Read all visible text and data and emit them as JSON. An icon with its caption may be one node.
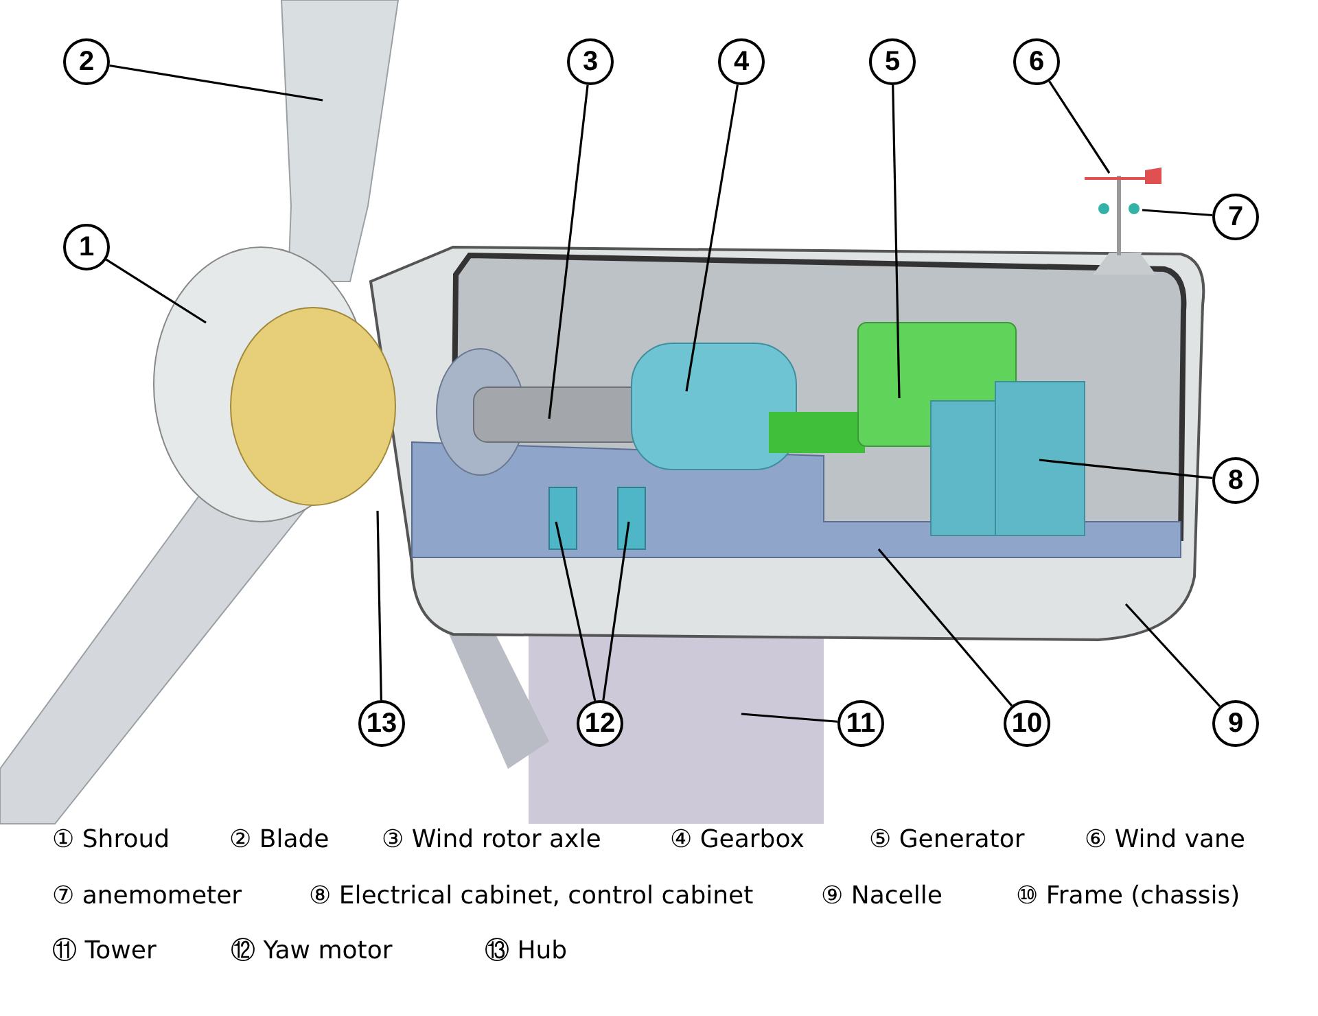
{
  "diagram": {
    "nodes": [
      {
        "text": [
          "1"
        ]
      },
      {
        "text": [
          "2"
        ]
      },
      {
        "text": [
          "3"
        ]
      },
      {
        "text": [
          "4"
        ]
      },
      {
        "text": [
          "5"
        ]
      },
      {
        "text": [
          "6"
        ]
      },
      {
        "text": [
          "7"
        ]
      },
      {
        "text": [
          "8"
        ]
      },
      {
        "text": [
          "9"
        ]
      },
      {
        "text": [
          "10"
        ]
      },
      {
        "text": [
          "11"
        ]
      },
      {
        "text": [
          "12"
        ]
      },
      {
        "text": [
          "13"
        ]
      }
    ],
    "edges": [
      {
        "from": 0,
        "to": null,
        "arrow": "none"
      },
      {
        "from": 1,
        "to": null,
        "arrow": "none"
      },
      {
        "from": 2,
        "to": null,
        "arrow": "none"
      },
      {
        "from": 3,
        "to": null,
        "arrow": "none"
      },
      {
        "from": 4,
        "to": null,
        "arrow": "none"
      },
      {
        "from": 5,
        "to": null,
        "arrow": "none"
      },
      {
        "from": 6,
        "to": null,
        "arrow": "none"
      },
      {
        "from": 7,
        "to": null,
        "arrow": "none"
      },
      {
        "from": 8,
        "to": null,
        "arrow": "none"
      },
      {
        "from": 9,
        "to": null,
        "arrow": "none"
      },
      {
        "from": 10,
        "to": null,
        "arrow": "none"
      },
      {
        "from": 11,
        "to": null,
        "arrow": "none"
      },
      {
        "from": 11,
        "to": null,
        "arrow": "none"
      },
      {
        "from": 12,
        "to": null,
        "arrow": "none"
      }
    ],
    "labels": [
      "① Shroud",
      "② Blade",
      "③ Wind rotor axle",
      "④ Gearbox",
      "⑤ Generator",
      "⑥ Wind vane",
      "⑦ anemometer",
      "⑧ Electrical cabinet, control cabinet",
      "⑨ Nacelle",
      "⑩ Frame (chassis)",
      "⑪ Tower",
      "⑫ Yaw motor",
      "⑬ Hub"
    ]
  }
}
